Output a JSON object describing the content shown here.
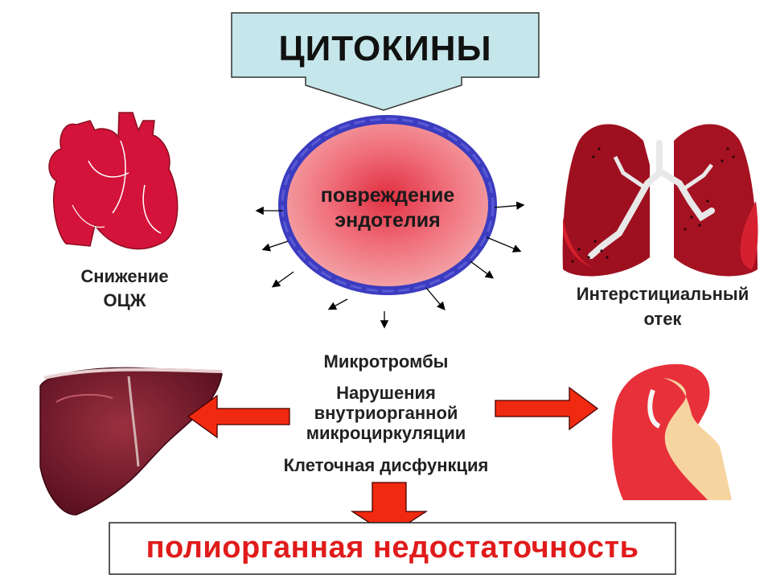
{
  "header": {
    "title": "ЦИТОКИНЫ"
  },
  "center": {
    "line1": "повреждение",
    "line2": "эндотелия"
  },
  "heart": {
    "line1": "Снижение",
    "line2": "ОЦЖ",
    "icon": "heart-icon"
  },
  "lungs": {
    "line1": "Интерстициальный",
    "line2": "отек",
    "icon": "lungs-icon"
  },
  "liver": {
    "icon": "liver-icon"
  },
  "kidney": {
    "icon": "kidney-icon"
  },
  "effects": {
    "item1": "Микротромбы",
    "item2_line1": "Нарушения",
    "item2_line2": "внутриорганной",
    "item2_line3": "микроциркуляции",
    "item3": "Клеточная дисфункция"
  },
  "result": {
    "text": "полиорганная недостаточность"
  },
  "colors": {
    "title_box": "#c5e6ea",
    "vessel_fill": "#f08090",
    "vessel_border": "#3c3cc0",
    "arrow_red": "#f02a10",
    "result_text": "#e01b1b"
  }
}
